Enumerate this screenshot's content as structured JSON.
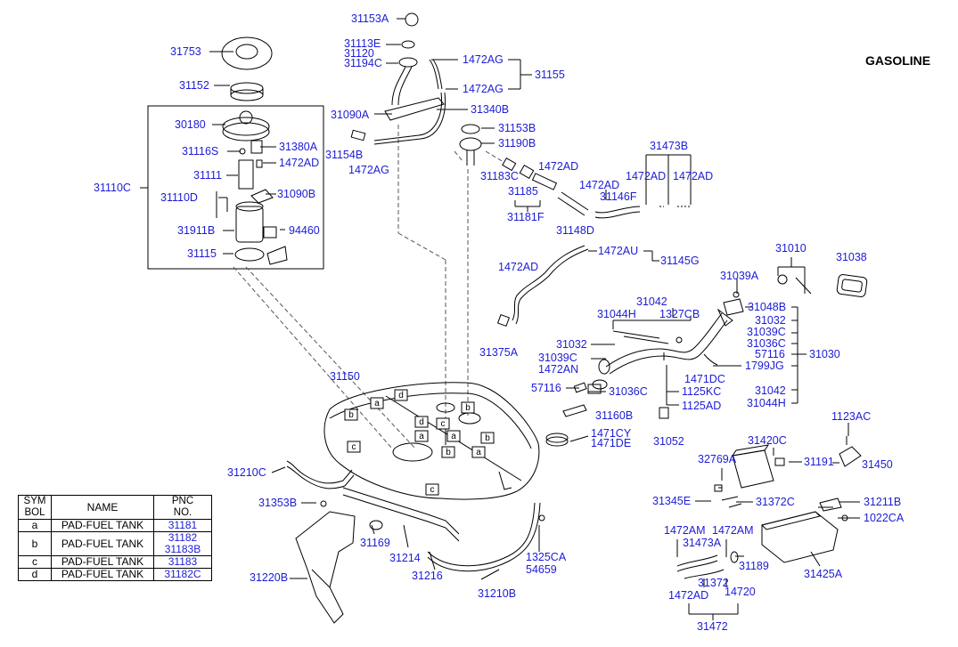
{
  "header": {
    "engine_type": "GASOLINE"
  },
  "table": {
    "headers": {
      "sym": "SYM\nBOL",
      "name": "NAME",
      "pnc": "PNC\nNO."
    },
    "rows": [
      {
        "sym": "a",
        "name": "PAD-FUEL TANK",
        "pnc": "31181"
      },
      {
        "sym": "b",
        "name": "PAD-FUEL TANK",
        "pnc": "31182\n31183B"
      },
      {
        "sym": "c",
        "name": "PAD-FUEL TANK",
        "pnc": "31183"
      },
      {
        "sym": "d",
        "name": "PAD-FUEL TANK",
        "pnc": "31182C"
      }
    ]
  },
  "tank_symbols": [
    "d",
    "a",
    "d",
    "a",
    "b",
    "a",
    "b",
    "b",
    "c",
    "c",
    "b",
    "a",
    "c"
  ],
  "labels": {
    "l31153A": "31153A",
    "l31753": "31753",
    "l31113E": "31113E",
    "l31120": "31120",
    "l31194C": "31194C",
    "l1472AG_1": "1472AG",
    "l1472AG_2": "1472AG",
    "l31155": "31155",
    "l31152": "31152",
    "l31090A": "31090A",
    "l31340B": "31340B",
    "l30180": "30180",
    "l31153B": "31153B",
    "l31190B": "31190B",
    "l31116S": "31116S",
    "l31380A": "31380A",
    "l1472AD_1": "1472AD",
    "l31154B": "31154B",
    "l1472AG_3": "1472AG",
    "l31473B": "31473B",
    "l1472AD_2": "1472AD",
    "l1472AD_3": "1472AD",
    "l31111": "31111",
    "l31183C": "31183C",
    "l1472AD_4": "1472AD",
    "l31110C": "31110C",
    "l1472AD_5": "1472AD",
    "l31185": "31185",
    "l31146F": "31146F",
    "l31110D": "31110D",
    "l31090B": "31090B",
    "l31181F": "31181F",
    "l31911B": "31911B",
    "l94460": "94460",
    "l31148D": "31148D",
    "l31010": "31010",
    "l1472AU": "1472AU",
    "l31145G": "31145G",
    "l31115": "31115",
    "l31038": "31038",
    "l1472AD_6": "1472AD",
    "l31039A": "31039A",
    "l31042_1": "31042",
    "l31048B": "31048B",
    "l31044H_1": "31044H",
    "l1327CB": "1327CB",
    "l31032_1": "31032",
    "l31039C_1": "31039C",
    "l31036C_1": "31036C",
    "l31375A": "31375A",
    "l31032_2": "31032",
    "l57116_1": "57116",
    "l31030": "31030",
    "l31039C_2": "31039C",
    "l1799JG": "1799JG",
    "l1472AN": "1472AN",
    "l31150": "31150",
    "l1471DC": "1471DC",
    "l57116_2": "57116",
    "l31036C_2": "31036C",
    "l31042_2": "31042",
    "l1125KC": "1125KC",
    "l1125AD": "1125AD",
    "l31044H_2": "31044H",
    "l31160B": "31160B",
    "l1123AC": "1123AC",
    "l1471CY": "1471CY",
    "l1471DE": "1471DE",
    "l31052": "31052",
    "l31420C": "31420C",
    "l32769A": "32769A",
    "l31191": "31191",
    "l31450": "31450",
    "l31210C": "31210C",
    "l31345E": "31345E",
    "l31372C": "31372C",
    "l31211B": "31211B",
    "l31353B": "31353B",
    "l1022CA": "1022CA",
    "l1472AM_1": "1472AM",
    "l1472AM_2": "1472AM",
    "l31169": "31169",
    "l1325CA": "1325CA",
    "l54659": "54659",
    "l31473A": "31473A",
    "l31214": "31214",
    "l31189": "31189",
    "l31425A": "31425A",
    "l31220B": "31220B",
    "l31216": "31216",
    "l31372": "31372",
    "l14720": "14720",
    "l31210B": "31210B",
    "l1472AD_7": "1472AD",
    "l31472": "31472"
  },
  "colors": {
    "label": "#1c1cd6",
    "line": "#000000",
    "dash": "#555555",
    "background": "#ffffff"
  }
}
